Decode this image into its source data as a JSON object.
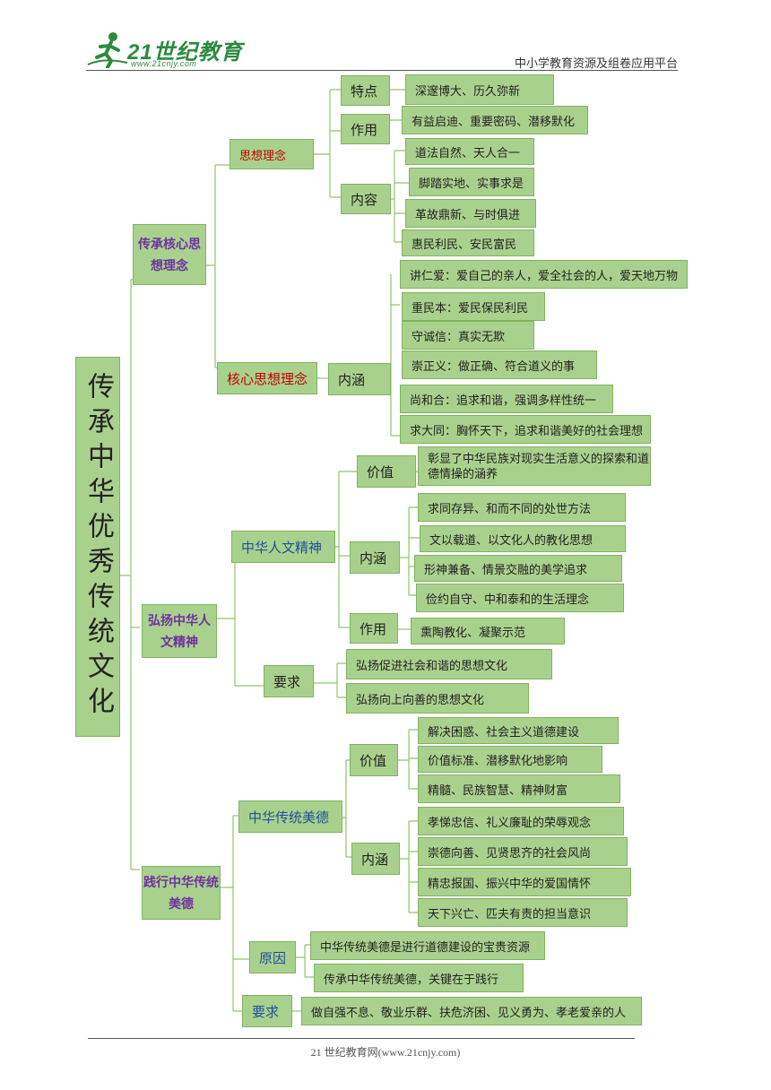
{
  "header": {
    "logo_text": "21世纪教育",
    "logo_url": "www.21cnjy.com",
    "platform": "中小学教育资源及组卷应用平台"
  },
  "footer": {
    "text": "21 世纪教育网(www.21cnjy.com)"
  },
  "colors": {
    "box_fill": "#a9d18e",
    "line": "#8fc46f",
    "red": "#c00000",
    "blue": "#1f4e9b",
    "purple": "#7030a0"
  },
  "root": "传承中华优秀传统文化",
  "s1": {
    "title": "传承核心思想理念",
    "a": {
      "title": "思想理念",
      "tedian": {
        "label": "特点",
        "item": "深邃博大、历久弥新"
      },
      "zuoyong": {
        "label": "作用",
        "item": "有益启迪、重要密码、潜移默化"
      },
      "neirong": {
        "label": "内容",
        "items": [
          "道法自然、天人合一",
          "脚踏实地、实事求是",
          "革故鼎新、与时俱进",
          "惠民利民、安民富民"
        ]
      }
    },
    "b": {
      "title": "核心思想理念",
      "neihan": {
        "label": "内涵",
        "items": [
          "讲仁爱：爱自己的亲人，爱全社会的人，爱天地万物",
          "重民本：爱民保民利民",
          "守诚信：真实无欺",
          "崇正义：做正确、符合道义的事",
          "尚和合：追求和谐，强调多样性统一",
          "求大同：胸怀天下，追求和谐美好的社会理想"
        ]
      }
    }
  },
  "s2": {
    "title": "弘扬中华人文精神",
    "a": {
      "title": "中华人文精神",
      "jiazhi": {
        "label": "价值",
        "item": "彰显了中华民族对现实生活意义的探索和道德情操的涵养"
      },
      "neihan": {
        "label": "内涵",
        "items": [
          "求同存异、和而不同的处世方法",
          "文以载道、以文化人的教化思想",
          "形神兼备、情景交融的美学追求",
          "俭约自守、中和泰和的生活理念"
        ]
      },
      "zuoyong": {
        "label": "作用",
        "item": "熏陶教化、凝聚示范"
      }
    },
    "yaoqiu": {
      "label": "要求",
      "items": [
        "弘扬促进社会和谐的思想文化",
        "弘扬向上向善的思想文化"
      ]
    }
  },
  "s3": {
    "title": "践行中华传统美德",
    "a": {
      "title": "中华传统美德",
      "jiazhi": {
        "label": "价值",
        "items": [
          "解决困惑、社会主义道德建设",
          "价值标准、潜移默化地影响",
          "精髓、民族智慧、精神财富"
        ]
      },
      "neihan": {
        "label": "内涵",
        "items": [
          "孝悌忠信、礼义廉耻的荣辱观念",
          "崇德向善、见贤思齐的社会风尚",
          "精忠报国、振兴中华的爱国情怀",
          "天下兴亡、匹夫有责的担当意识"
        ]
      }
    },
    "yuanyin": {
      "label": "原因",
      "items": [
        "中华传统美德是进行道德建设的宝贵资源",
        "传承中华传统美德，关键在于践行"
      ]
    },
    "yaoqiu": {
      "label": "要求",
      "item": "做自强不息、敬业乐群、扶危济困、见义勇为、孝老爱亲的人"
    }
  }
}
